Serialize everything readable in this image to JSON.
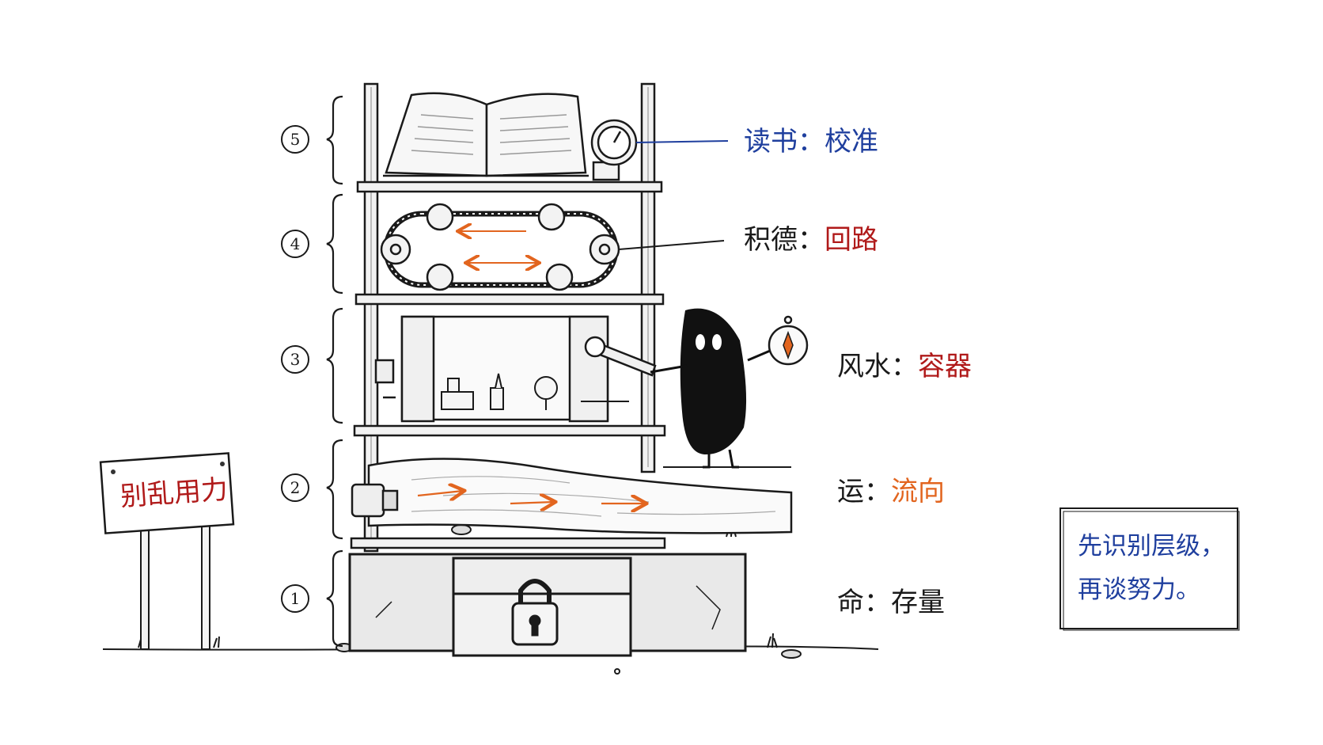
{
  "levels": [
    {
      "number": "⑤",
      "name": "读书",
      "sep": "：",
      "role": "校准"
    },
    {
      "number": "④",
      "name": "积德",
      "sep": "：",
      "role": "回路"
    },
    {
      "number": "③",
      "name": "风水",
      "sep": "：",
      "role": "容器"
    },
    {
      "number": "②",
      "name": "运",
      "sep": "：",
      "role": "流向"
    },
    {
      "number": "①",
      "name": "命",
      "sep": "：",
      "role": "存量"
    }
  ],
  "sign": {
    "text": "别乱用力"
  },
  "note": {
    "line1": "先识别层级，",
    "line2": "再谈努力。"
  },
  "colors": {
    "ink": "#1a1a1a",
    "blue": "#1f3f9e",
    "red": "#b01a1a",
    "orange": "#e2651f"
  },
  "icons": [
    "open-book-icon",
    "gauge-clock-icon",
    "conveyor-loop-icon",
    "heart-roller-icon",
    "frame-container-icon",
    "wrench-icon",
    "compass-icon",
    "character-icon",
    "flowing-river-icon",
    "padlock-icon",
    "stone-block-icon",
    "sign-board-icon"
  ]
}
